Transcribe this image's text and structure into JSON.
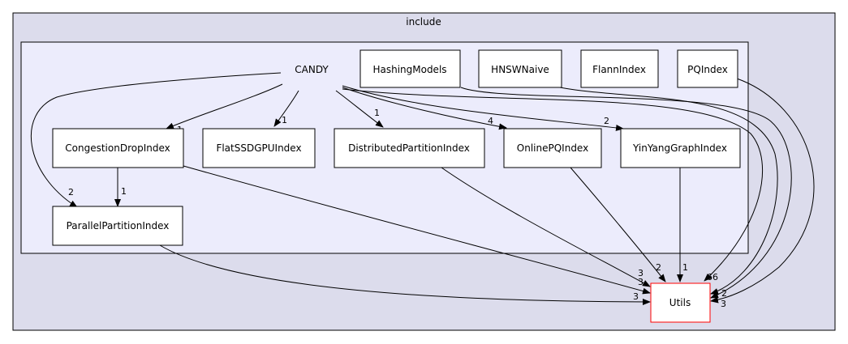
{
  "outer_cluster": {
    "label": "include",
    "fill": "#dcdcec",
    "stroke": "#000000"
  },
  "inner_cluster": {
    "label": "CANDY",
    "fill": "#ececfc",
    "stroke": "#000000"
  },
  "nodes": {
    "hashing_models": "HashingModels",
    "hnsw_naive": "HNSWNaive",
    "flann_index": "FlannIndex",
    "pq_index": "PQIndex",
    "congestion_drop_index": "CongestionDropIndex",
    "flat_ssd_gpu_index": "FlatSSDGPUIndex",
    "distributed_partition_index": "DistributedPartitionIndex",
    "online_pq_index": "OnlinePQIndex",
    "yinyang_graph_index": "YinYangGraphIndex",
    "parallel_partition_index": "ParallelPartitionIndex",
    "utils": "Utils"
  },
  "utils_border_color": "#ff0000",
  "edge_labels": {
    "candy_congestion": "1",
    "candy_flatssd": "1",
    "candy_distributed": "1",
    "candy_onlinepq": "4",
    "candy_yinyang": "2",
    "candy_parallel": "2",
    "congestion_parallel": "1",
    "candy_utils": "66",
    "hashing_utils": "2",
    "pq_utils": "3",
    "distributed_utils": "3",
    "onlinepq_utils": "2",
    "yinyang_utils": "1",
    "congestion_utils": "3",
    "parallel_utils": "3"
  }
}
